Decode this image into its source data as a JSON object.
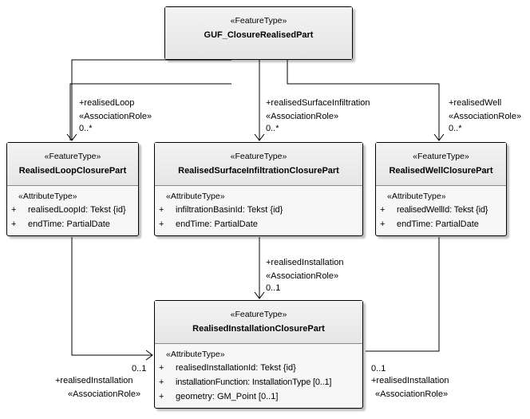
{
  "classes": {
    "closure": {
      "stereotype": "«FeatureType»",
      "name": "GUF_ClosureRealisedPart"
    },
    "loop": {
      "stereotype": "«FeatureType»",
      "name": "RealisedLoopClosurePart",
      "attr_stereotype": "«AttributeType»",
      "attributes": [
        {
          "vis": "+",
          "text": "realisedLoopId: Tekst {id}"
        },
        {
          "vis": "+",
          "text": "endTime: PartialDate"
        }
      ]
    },
    "surface": {
      "stereotype": "«FeatureType»",
      "name": "RealisedSurfaceInfiltrationClosurePart",
      "attr_stereotype": "«AttributeType»",
      "attributes": [
        {
          "vis": "+",
          "text": "infiltrationBasinId: Tekst {id}"
        },
        {
          "vis": "+",
          "text": "endTime: PartialDate"
        }
      ]
    },
    "well": {
      "stereotype": "«FeatureType»",
      "name": "RealisedWellClosurePart",
      "attr_stereotype": "«AttributeType»",
      "attributes": [
        {
          "vis": "+",
          "text": "realisedWellId: Tekst {id}"
        },
        {
          "vis": "+",
          "text": "endTime: PartialDate"
        }
      ]
    },
    "installation": {
      "stereotype": "«FeatureType»",
      "name": "RealisedInstallationClosurePart",
      "attr_stereotype": "«AttributeType»",
      "attributes": [
        {
          "vis": "+",
          "text": "realisedInstallationId: Tekst {id}"
        },
        {
          "vis": "+",
          "text": "installationFunction: InstallationType [0..1]"
        },
        {
          "vis": "+",
          "text": "geometry: GM_Point [0..1]"
        }
      ]
    }
  },
  "associations": {
    "loop": {
      "role": "+realisedLoop",
      "stereotype": "«AssociationRole»",
      "multiplicity": "0..*"
    },
    "surface": {
      "role": "+realisedSurfaceInfiltration",
      "stereotype": "«AssociationRole»",
      "multiplicity": "0..*"
    },
    "well": {
      "role": "+realisedWell",
      "stereotype": "«AssociationRole»",
      "multiplicity": "0..*"
    },
    "inst_center": {
      "role": "+realisedInstallation",
      "stereotype": "«AssociationRole»",
      "multiplicity": "0..1"
    },
    "inst_left": {
      "role": "+realisedInstallation",
      "stereotype": "«AssociationRole»",
      "multiplicity": "0..1"
    },
    "inst_right": {
      "role": "+realisedInstallation",
      "stereotype": "«AssociationRole»",
      "multiplicity": "0..1"
    }
  }
}
